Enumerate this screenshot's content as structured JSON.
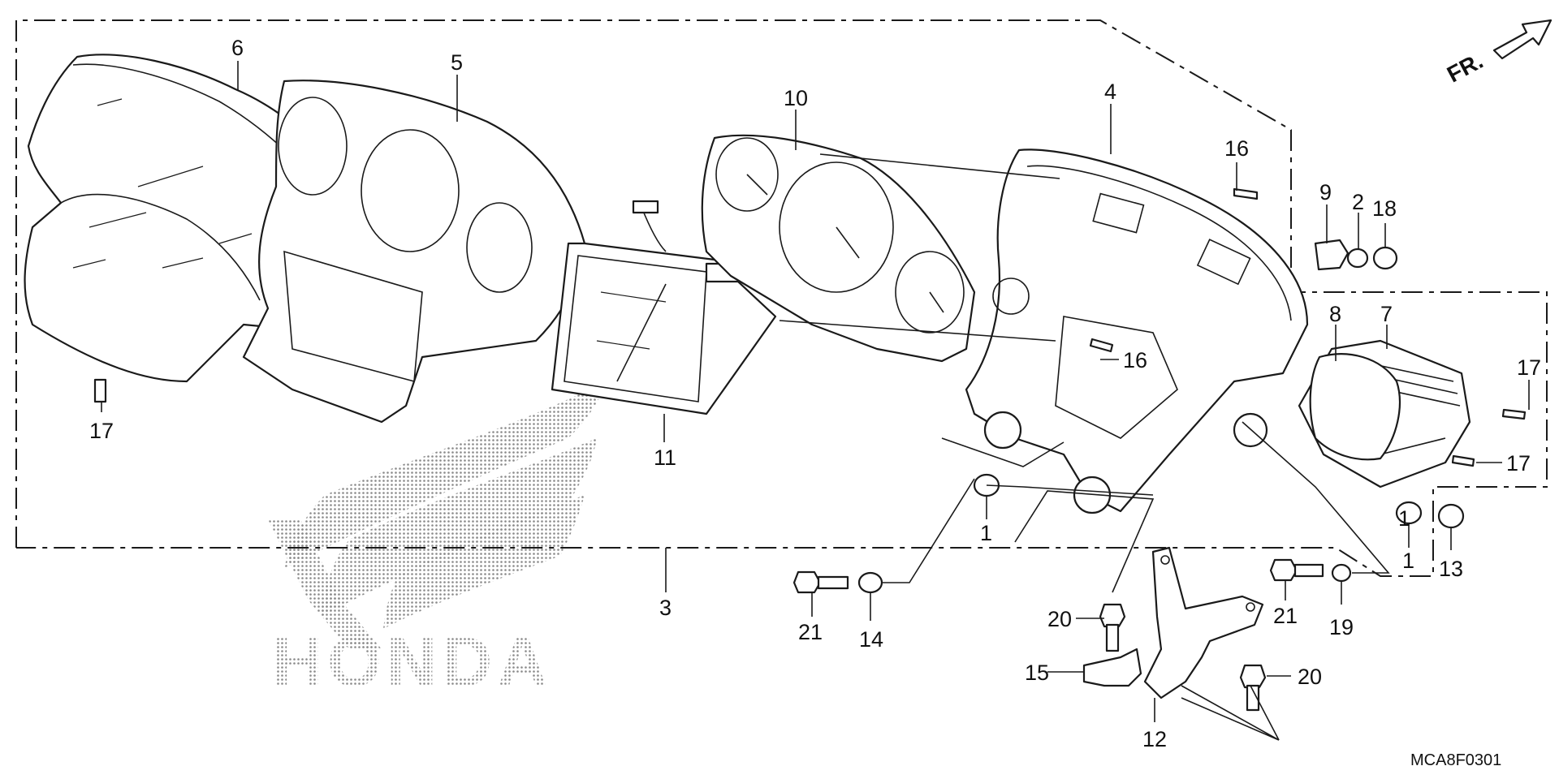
{
  "diagram": {
    "direction_label": "FR.",
    "watermark_text": "HONDA",
    "diagram_code": "MCA8F0301",
    "callouts": [
      "1",
      "1",
      "1",
      "2",
      "3",
      "4",
      "5",
      "6",
      "7",
      "8",
      "9",
      "10",
      "11",
      "12",
      "13",
      "14",
      "15",
      "16",
      "16",
      "17",
      "17",
      "17",
      "18",
      "19",
      "20",
      "20",
      "21",
      "21"
    ]
  }
}
